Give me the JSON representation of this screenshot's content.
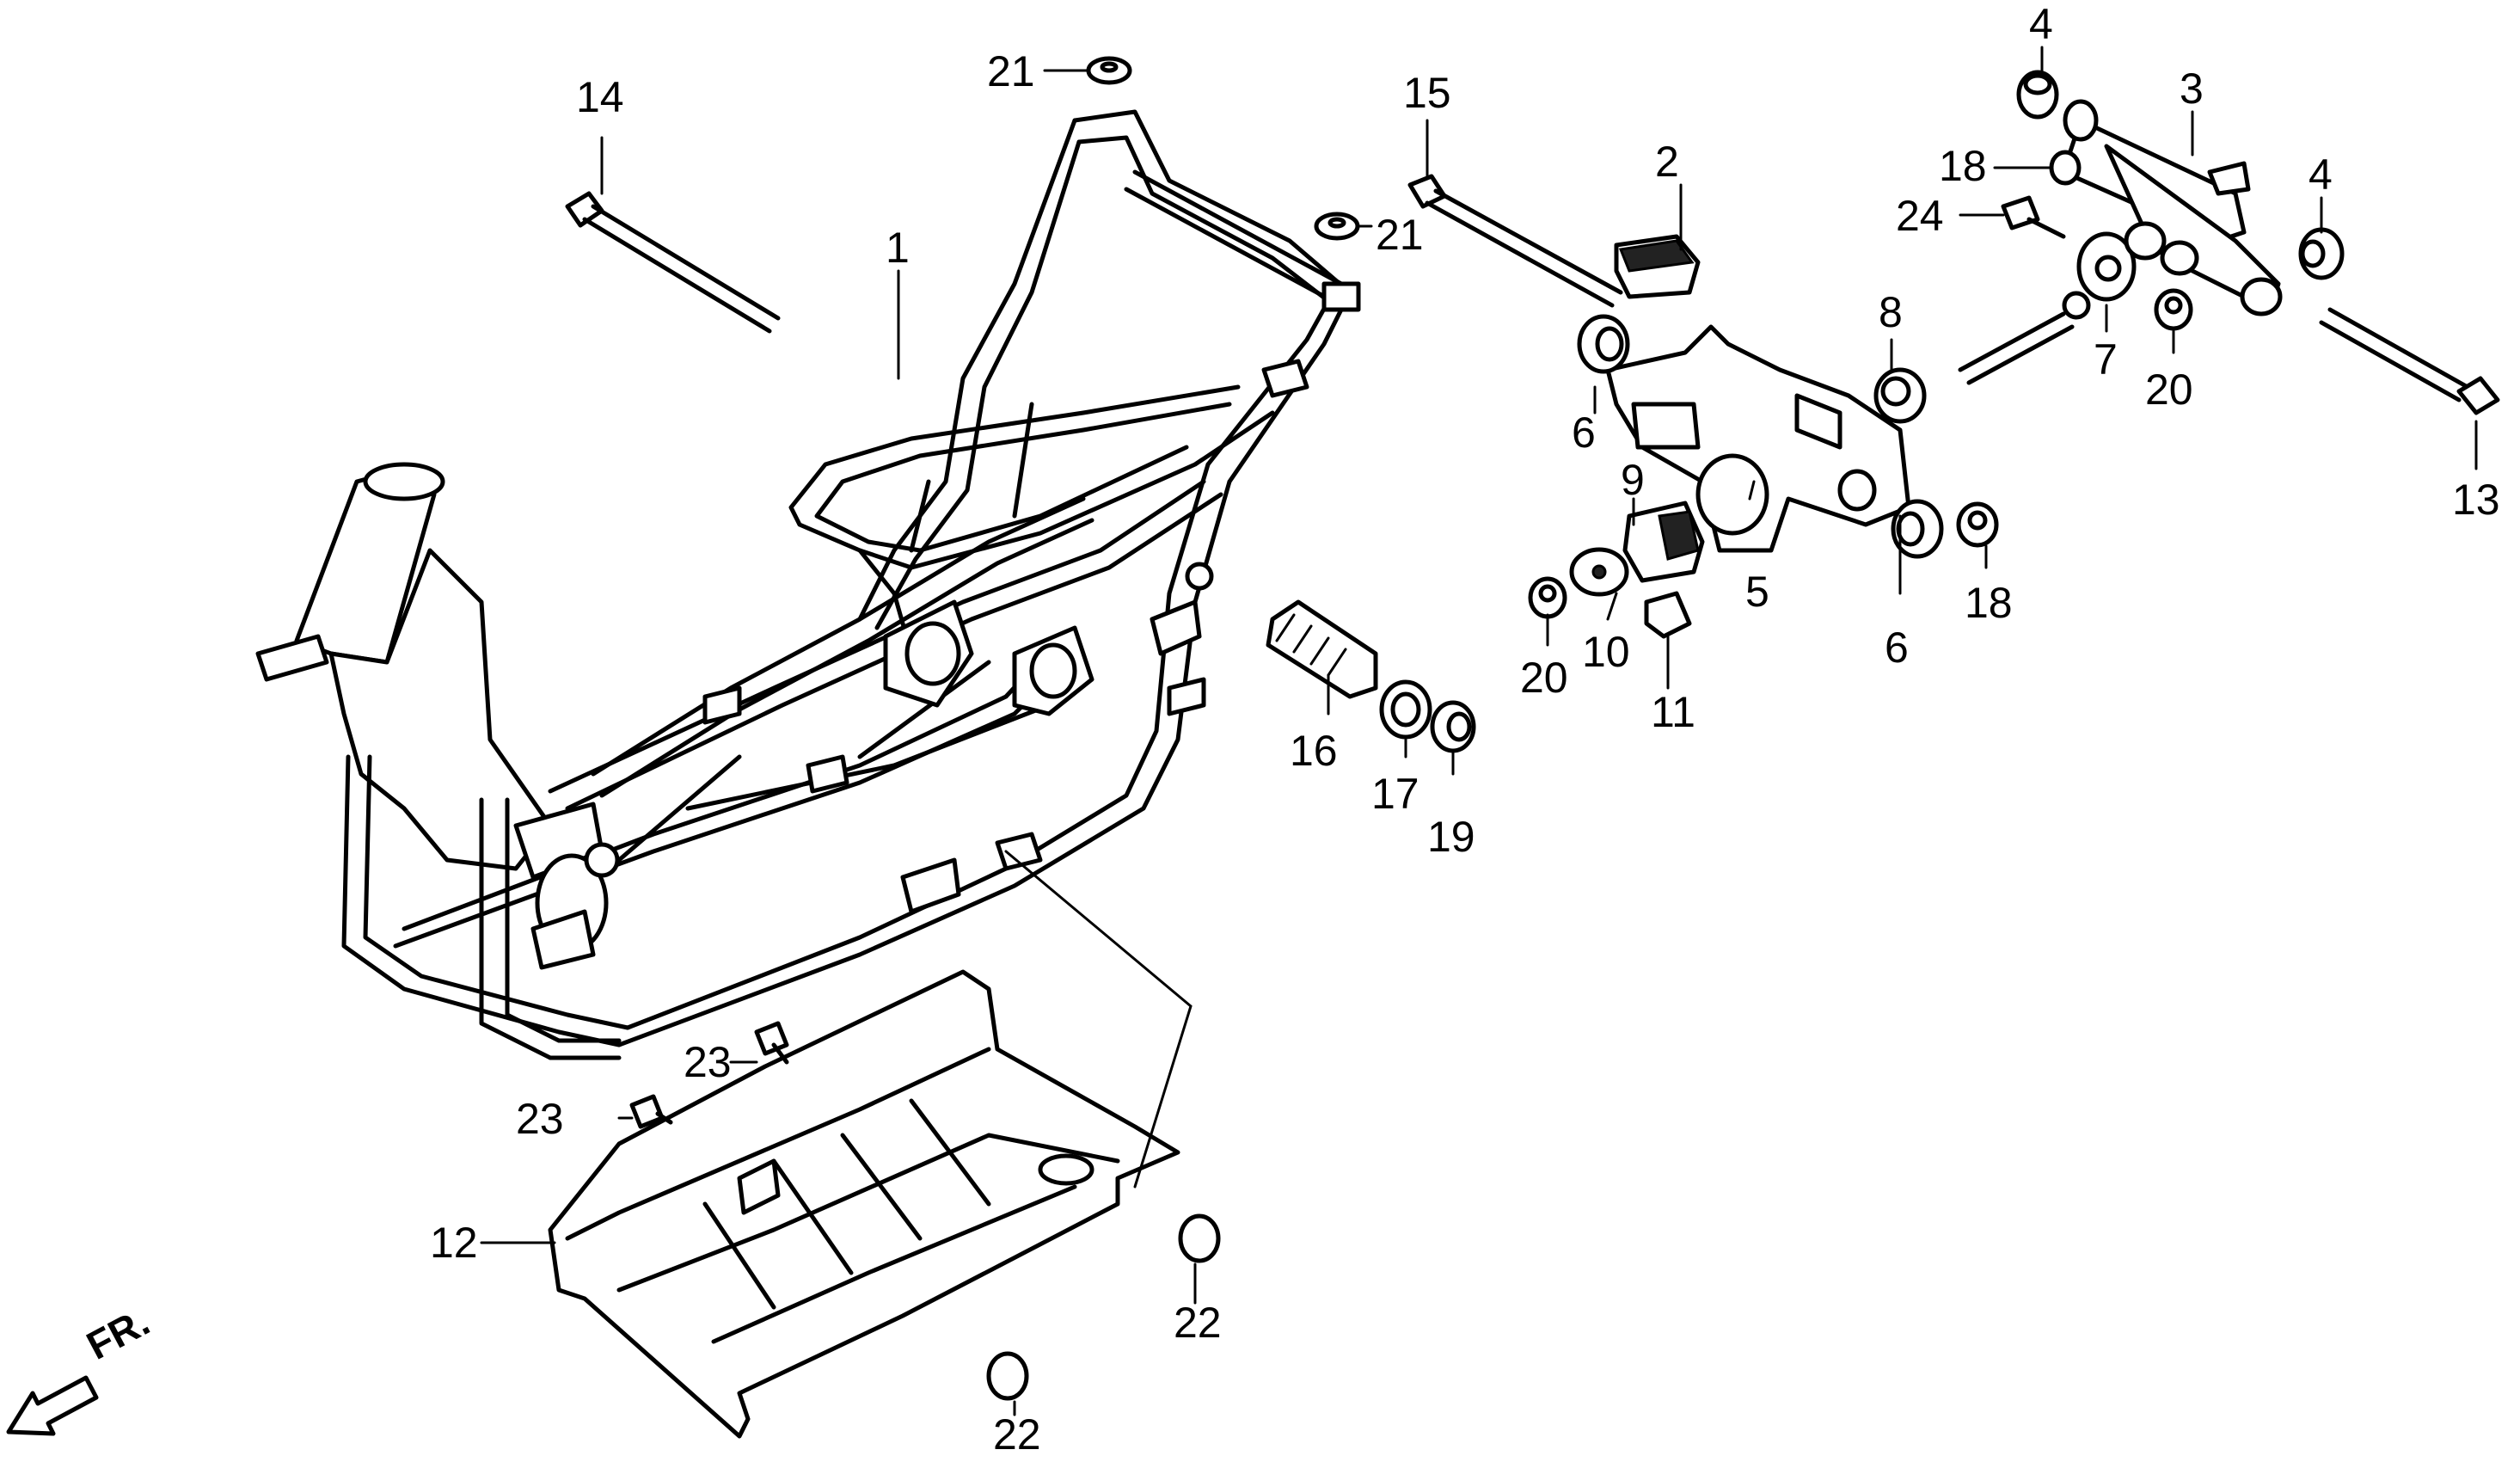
{
  "direction_label": "FR.",
  "labels": {
    "p1": "1",
    "p2": "2",
    "p3": "3",
    "p4a": "4",
    "p4b": "4",
    "p5": "5",
    "p6a": "6",
    "p6b": "6",
    "p7": "7",
    "p8": "8",
    "p9": "9",
    "p10": "10",
    "p11": "11",
    "p12": "12",
    "p13": "13",
    "p14": "14",
    "p15": "15",
    "p16": "16",
    "p17": "17",
    "p18a": "18",
    "p18b": "18",
    "p19": "19",
    "p20a": "20",
    "p20b": "20",
    "p21a": "21",
    "p21b": "21",
    "p22a": "22",
    "p22b": "22",
    "p23a": "23",
    "p23b": "23",
    "p24": "24"
  }
}
